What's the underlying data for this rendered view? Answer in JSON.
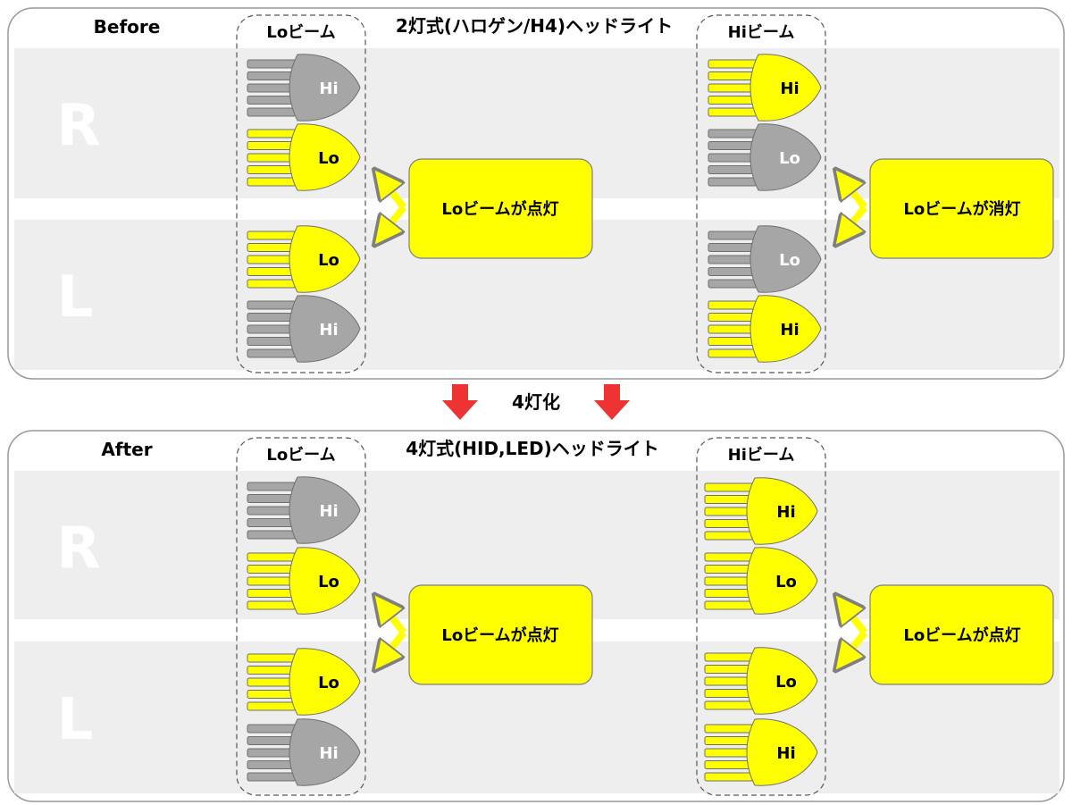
{
  "colors": {
    "on": "#ffff00",
    "off": "#a6a6a6",
    "band": "#eeeeee",
    "arrow_red": "#ee3333",
    "stroke": "#7f7f7f"
  },
  "transition": {
    "label": "4灯化"
  },
  "before": {
    "state_label": "Before",
    "system_title": "2灯式(ハロゲン/H4)ヘッドライト",
    "side_right": "R",
    "side_left": "L",
    "lo_group_title": "Loビーム",
    "hi_group_title": "Hiビーム",
    "lo_group": {
      "rows": [
        {
          "label": "Hi",
          "on": false
        },
        {
          "label": "Lo",
          "on": true
        },
        {
          "label": "Lo",
          "on": true
        },
        {
          "label": "Hi",
          "on": false
        }
      ],
      "status": "Loビームが点灯"
    },
    "hi_group": {
      "rows": [
        {
          "label": "Hi",
          "on": true
        },
        {
          "label": "Lo",
          "on": false
        },
        {
          "label": "Lo",
          "on": false
        },
        {
          "label": "Hi",
          "on": true
        }
      ],
      "status": "Loビームが消灯"
    }
  },
  "after": {
    "state_label": "After",
    "system_title": "4灯式(HID,LED)ヘッドライト",
    "side_right": "R",
    "side_left": "L",
    "lo_group_title": "Loビーム",
    "hi_group_title": "Hiビーム",
    "lo_group": {
      "rows": [
        {
          "label": "Hi",
          "on": false
        },
        {
          "label": "Lo",
          "on": true
        },
        {
          "label": "Lo",
          "on": true
        },
        {
          "label": "Hi",
          "on": false
        }
      ],
      "status": "Loビームが点灯"
    },
    "hi_group": {
      "rows": [
        {
          "label": "Hi",
          "on": true
        },
        {
          "label": "Lo",
          "on": true
        },
        {
          "label": "Lo",
          "on": true
        },
        {
          "label": "Hi",
          "on": true
        }
      ],
      "status": "Loビームが点灯"
    }
  }
}
